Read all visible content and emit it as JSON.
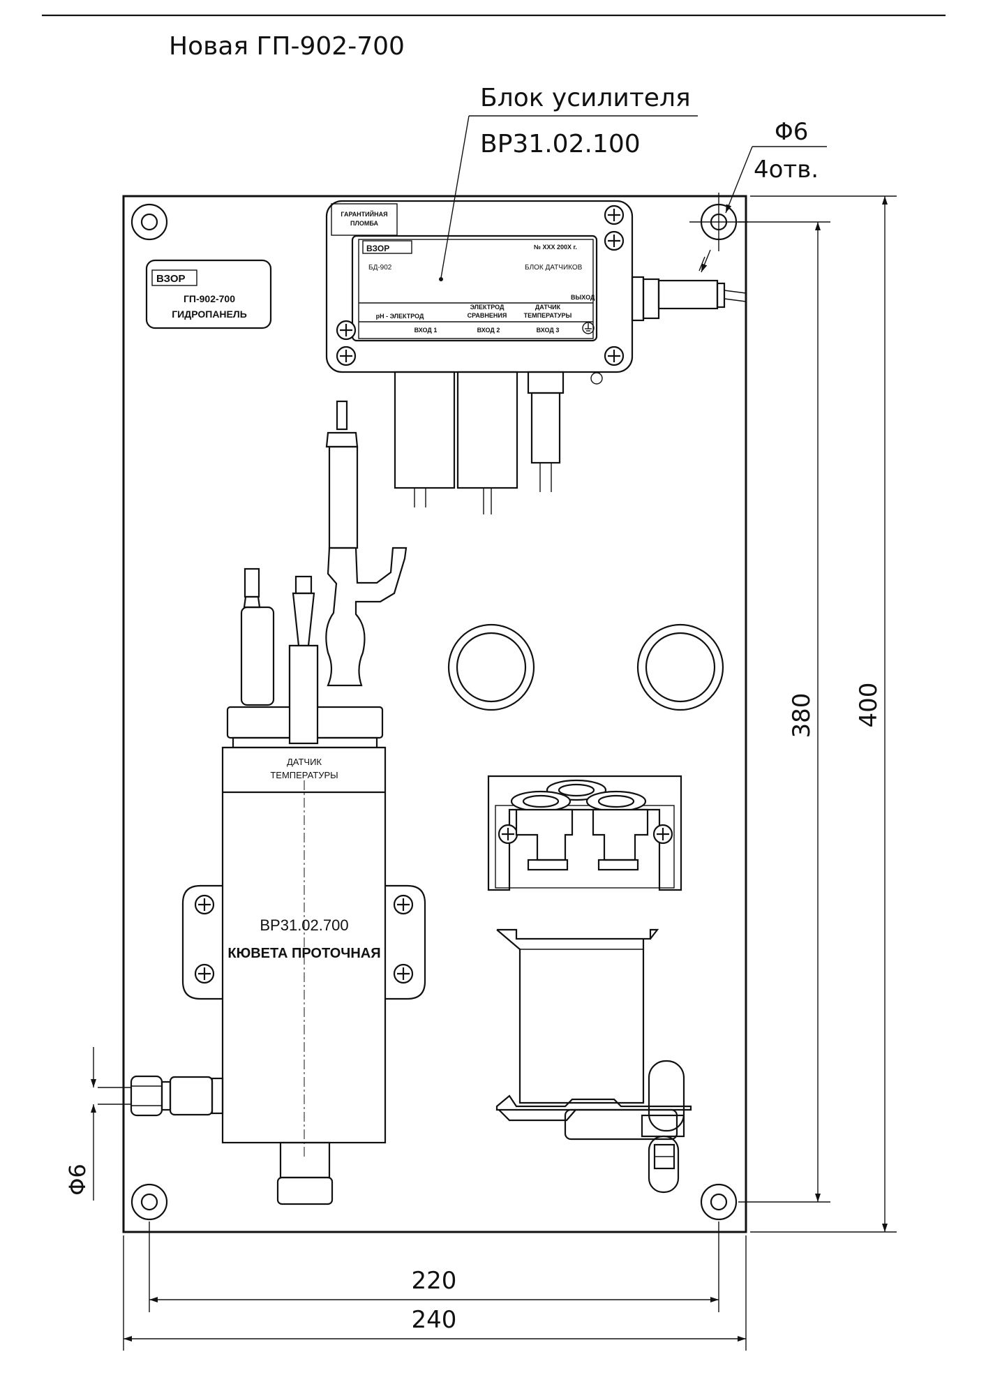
{
  "header": {
    "title": "Новая ГП-902-700"
  },
  "callouts": {
    "amplifier_name": "Блок усилителя",
    "amplifier_code": "ВР31.02.100",
    "hole_diameter": "Φ6",
    "hole_count": "4отв."
  },
  "nameplate": {
    "logo": "ВЗОР",
    "model": "ГП-902-700",
    "name": "ГИДРОПАНЕЛЬ"
  },
  "amplifier": {
    "seal_line1": "ГАРАНТИЙНАЯ",
    "seal_line2": "ПЛОМБА",
    "logo": "ВЗОР",
    "serial": "№ ХХХ  200Х г.",
    "model": "БД-902",
    "title": "БЛОК ДАТЧИКОВ",
    "output": "ВЫХОД",
    "col1_label": "рН - ЭЛЕКТРОД",
    "col2_label1": "ЭЛЕКТРОД",
    "col2_label2": "СРАВНЕНИЯ",
    "col3_label1": "ДАТЧИК",
    "col3_label2": "ТЕМПЕРАТУРЫ",
    "input1": "ВХОД 1",
    "input2": "ВХОД 2",
    "input3": "ВХОД 3"
  },
  "cuvette": {
    "sensor_label1": "ДАТЧИК",
    "sensor_label2": "ТЕМПЕРАТУРЫ",
    "code": "ВР31.02.700",
    "name": "КЮВЕТА ПРОТОЧНАЯ"
  },
  "dimensions": {
    "height_inner": "380",
    "height_outer": "400",
    "width_inner": "220",
    "width_outer": "240",
    "pipe_diameter": "Φ6"
  }
}
